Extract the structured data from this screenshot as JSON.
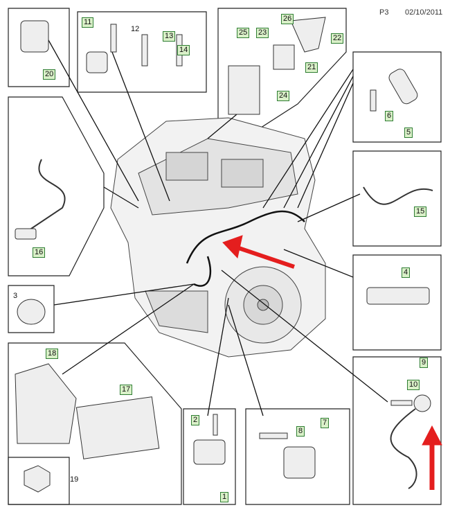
{
  "header": {
    "page": "P3",
    "date": "02/10/2011"
  },
  "colors": {
    "label_border": "#2e7d32",
    "label_fill": "#d9f0c8",
    "arrow": "#e41e1e"
  },
  "callouts": [
    {
      "num": "20",
      "boxed": true
    },
    {
      "num": "11",
      "boxed": true
    },
    {
      "num": "12",
      "boxed": false
    },
    {
      "num": "13",
      "boxed": true
    },
    {
      "num": "14",
      "boxed": true
    },
    {
      "num": "25",
      "boxed": true
    },
    {
      "num": "23",
      "boxed": true
    },
    {
      "num": "26",
      "boxed": true
    },
    {
      "num": "22",
      "boxed": true
    },
    {
      "num": "21",
      "boxed": true
    },
    {
      "num": "24",
      "boxed": true
    },
    {
      "num": "6",
      "boxed": true
    },
    {
      "num": "5",
      "boxed": true
    },
    {
      "num": "15",
      "boxed": true
    },
    {
      "num": "16",
      "boxed": true
    },
    {
      "num": "3",
      "boxed": false
    },
    {
      "num": "4",
      "boxed": true
    },
    {
      "num": "18",
      "boxed": true
    },
    {
      "num": "17",
      "boxed": true
    },
    {
      "num": "2",
      "boxed": true
    },
    {
      "num": "1",
      "boxed": true
    },
    {
      "num": "8",
      "boxed": true
    },
    {
      "num": "7",
      "boxed": true
    },
    {
      "num": "9",
      "boxed": true
    },
    {
      "num": "10",
      "boxed": true
    },
    {
      "num": "19",
      "boxed": false
    }
  ]
}
